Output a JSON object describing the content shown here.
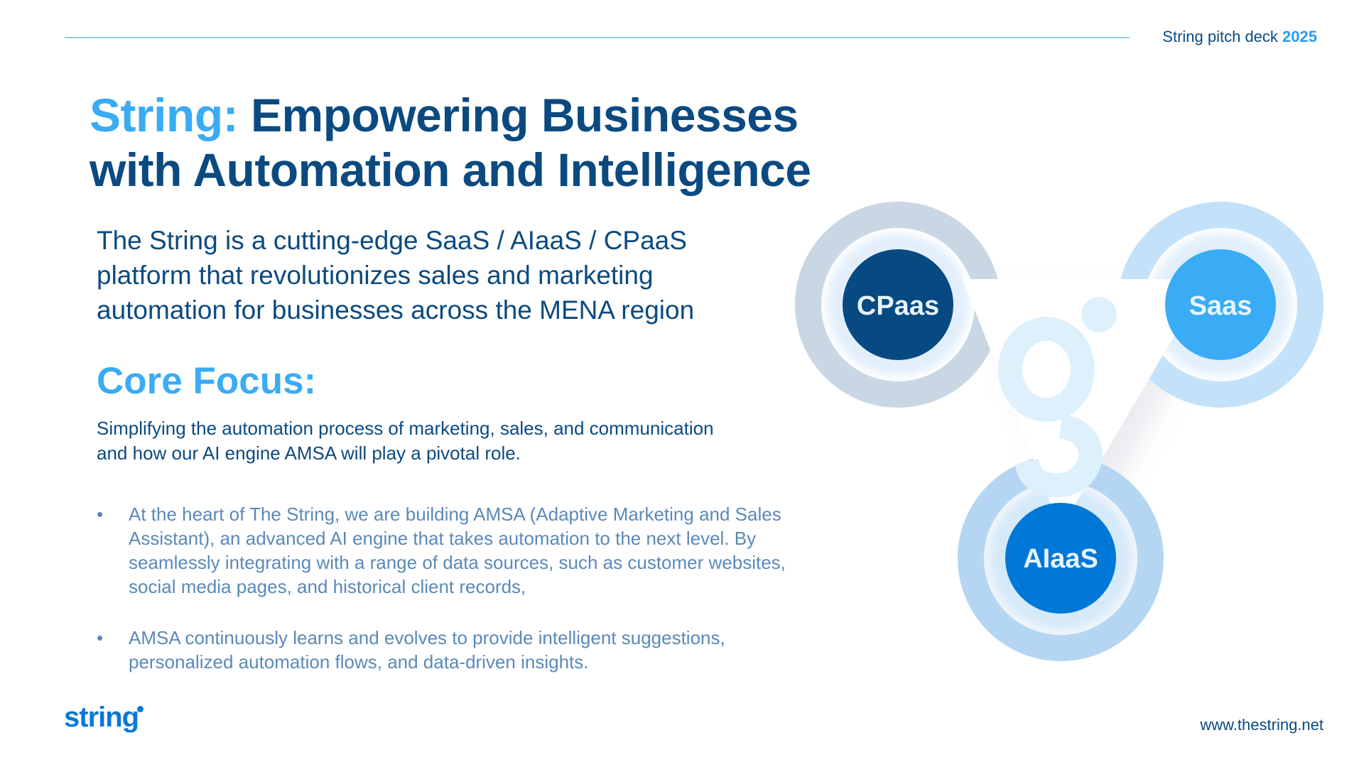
{
  "header": {
    "deck_label": "String pitch deck",
    "deck_year": "2025"
  },
  "title": {
    "highlight": "String:",
    "line1_rest": "Empowering Businesses",
    "line2": "with Automation and Intelligence"
  },
  "intro": "The String is a cutting-edge SaaS / AIaaS / CPaaS platform that revolutionizes sales and marketing automation for businesses across the MENA region",
  "core_focus": {
    "heading": "Core Focus:",
    "summary": "Simplifying the automation process of marketing, sales, and communication and how our AI engine AMSA will play a pivotal role.",
    "bullets": [
      "At the heart of The String, we are building AMSA (Adaptive Marketing and Sales Assistant), an advanced AI engine that takes automation to the next level. By seamlessly integrating with a range of data sources, such as customer websites, social media pages, and historical client records,",
      "AMSA continuously learns and evolves to provide intelligent suggestions, personalized automation flows, and data-driven insights."
    ],
    "bullet_glyph": "•"
  },
  "diagram": {
    "nodes": [
      {
        "label": "CPaas",
        "color": "#074a82"
      },
      {
        "label": "Saas",
        "color": "#3aabf5"
      },
      {
        "label": "AIaaS",
        "color": "#0078d7"
      }
    ]
  },
  "footer": {
    "logo_text": "string",
    "url": "www.thestring.net"
  },
  "colors": {
    "navy": "#0b4a80",
    "accent": "#3aabf5",
    "bullet_text": "#5b89b8",
    "logo": "#0a78d6"
  }
}
